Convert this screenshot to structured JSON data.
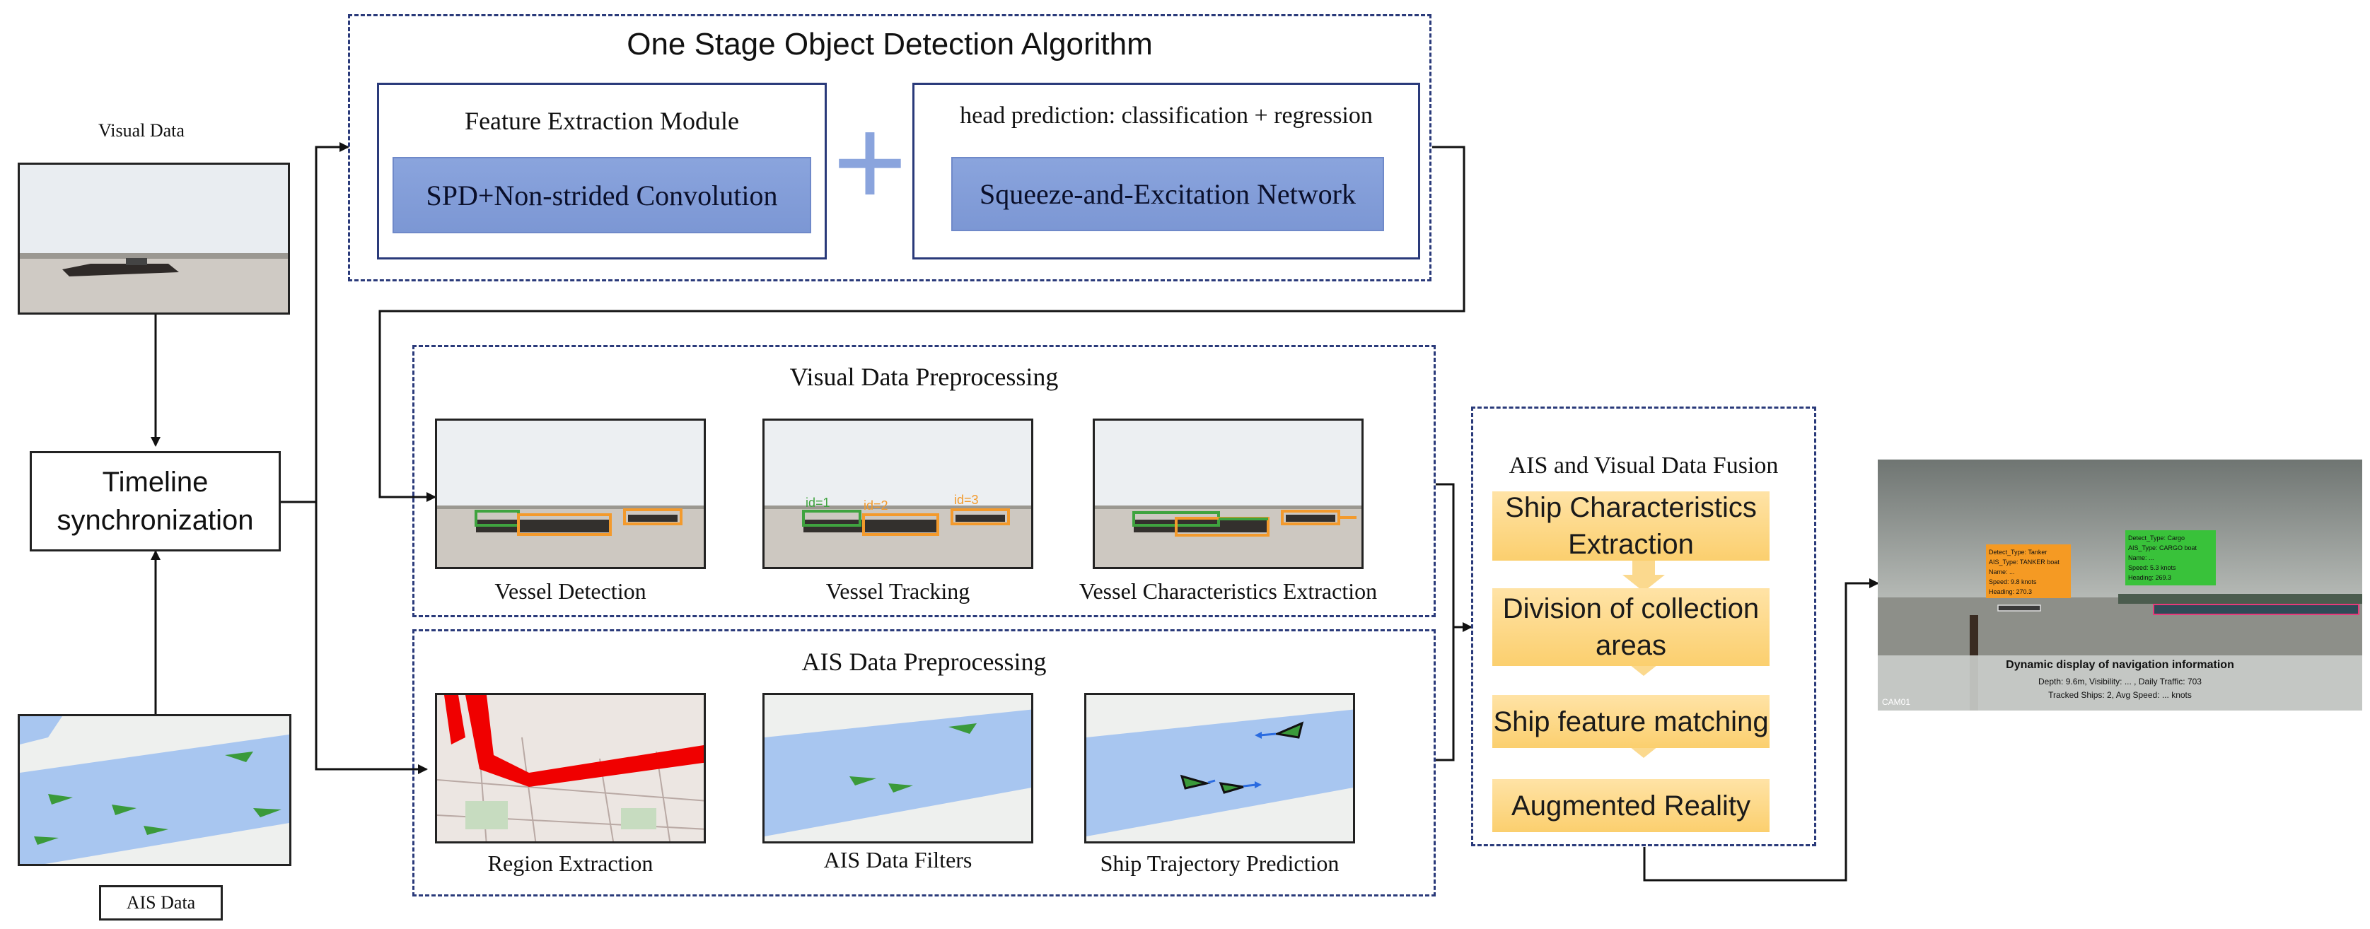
{
  "left": {
    "visual_data_label": "Visual Data",
    "timeline_label": "Timeline synchronization",
    "ais_data_label": "AIS Data"
  },
  "detection": {
    "title": "One Stage Object Detection Algorithm",
    "feature_module_title": "Feature Extraction Module",
    "feature_module_button": "SPD+Non-strided Convolution",
    "plus_symbol": "+",
    "head_title": "head prediction:  classification + regression",
    "head_button": "Squeeze-and-Excitation Network"
  },
  "visual_pre": {
    "title": "Visual Data Preprocessing",
    "items": [
      {
        "label": "Vessel Detection"
      },
      {
        "label": "Vessel Tracking"
      },
      {
        "label": "Vessel Characteristics Extraction"
      }
    ],
    "track_ids": [
      "id=1",
      "id=2",
      "id=3"
    ]
  },
  "ais_pre": {
    "title": "AIS Data Preprocessing",
    "items": [
      {
        "label": "Region Extraction"
      },
      {
        "label": "AIS Data Filters"
      },
      {
        "label": "Ship Trajectory Prediction"
      }
    ]
  },
  "fusion": {
    "title": "AIS and Visual Data Fusion",
    "steps": [
      "Ship Characteristics Extraction",
      "Division of collection areas",
      "Ship feature matching",
      "Augmented Reality"
    ]
  },
  "output": {
    "panel_title": "Dynamic display of navigation information",
    "panel_line1": "Depth: 9.6m, Visibility:  ...  , Daily Traffic: 703",
    "panel_line2": "Tracked Ships: 2, Avg Speed:  ...  knots",
    "tag1_lines": [
      "Detect_Type: Tanker",
      "AIS_Type: TANKER boat",
      "Name: ...",
      "Speed: 9.8 knots",
      "Heading: 270.3"
    ],
    "tag2_lines": [
      "Detect_Type: Cargo",
      "AIS_Type: CARGO boat",
      "Name: ...",
      "Speed: 5.3 knots",
      "Heading: 269.3"
    ],
    "watermark": "CAM01"
  },
  "colors": {
    "frame": "#2a3a7a",
    "blue_button": "#8aa4dd",
    "orange_step": "#fbcf6e",
    "water": "#a8c6f0",
    "ship_green": "#3fa33f",
    "ship_orange": "#f39a2c"
  }
}
